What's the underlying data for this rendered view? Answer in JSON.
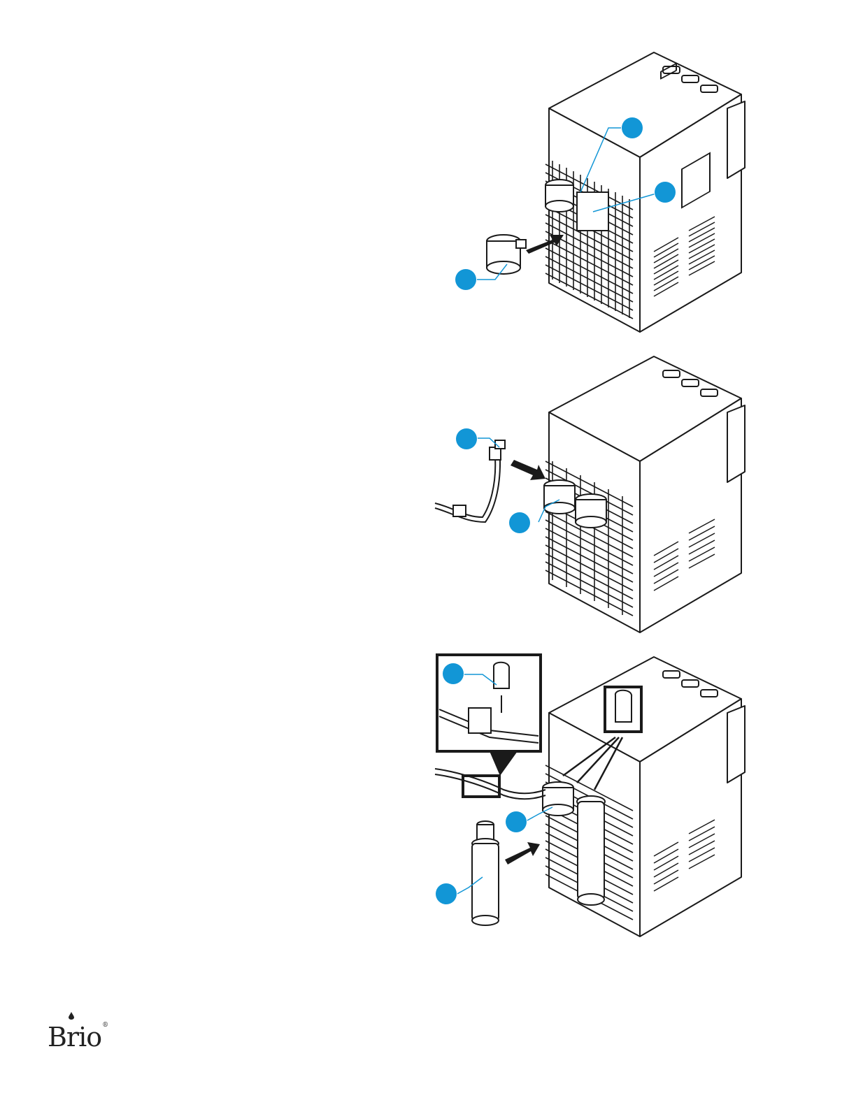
{
  "brand": {
    "logo_text": "Brio",
    "registered_mark": "®"
  },
  "colors": {
    "callout": "#1296d6",
    "line": "#1a1a1a",
    "body_fill": "#ffffff"
  },
  "figures": [
    {
      "id": "fig1",
      "step": "install-first-filter",
      "callouts": 3
    },
    {
      "id": "fig2",
      "step": "connect-water-line",
      "callouts": 2
    },
    {
      "id": "fig3",
      "step": "install-second-filter-and-clips",
      "callouts": 3
    }
  ]
}
